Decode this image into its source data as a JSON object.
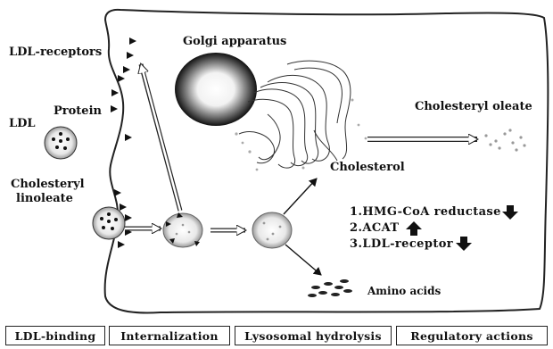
{
  "labels": {
    "ldl_receptors": "LDL-receptors",
    "golgi": "Golgi apparatus",
    "ldl": "LDL",
    "protein": "Protein",
    "cholesteryl": "Cholesteryl",
    "linoleate": "linoleate",
    "cholesteryl_oleate": "Cholesteryl oleate",
    "cholesterol": "Cholesterol",
    "amino_acids": "Amino acids"
  },
  "regulatory": [
    {
      "text": "1.HMG-CoA reductase",
      "direction": "down"
    },
    {
      "text": "2.ACAT",
      "direction": "up"
    },
    {
      "text": "3.LDL-receptor",
      "direction": "down"
    }
  ],
  "stages": [
    "LDL-binding",
    "Internalization",
    "Lysosomal hydrolysis",
    "Regulatory actions"
  ],
  "colors": {
    "line": "#222222",
    "arrow": "#111111"
  }
}
